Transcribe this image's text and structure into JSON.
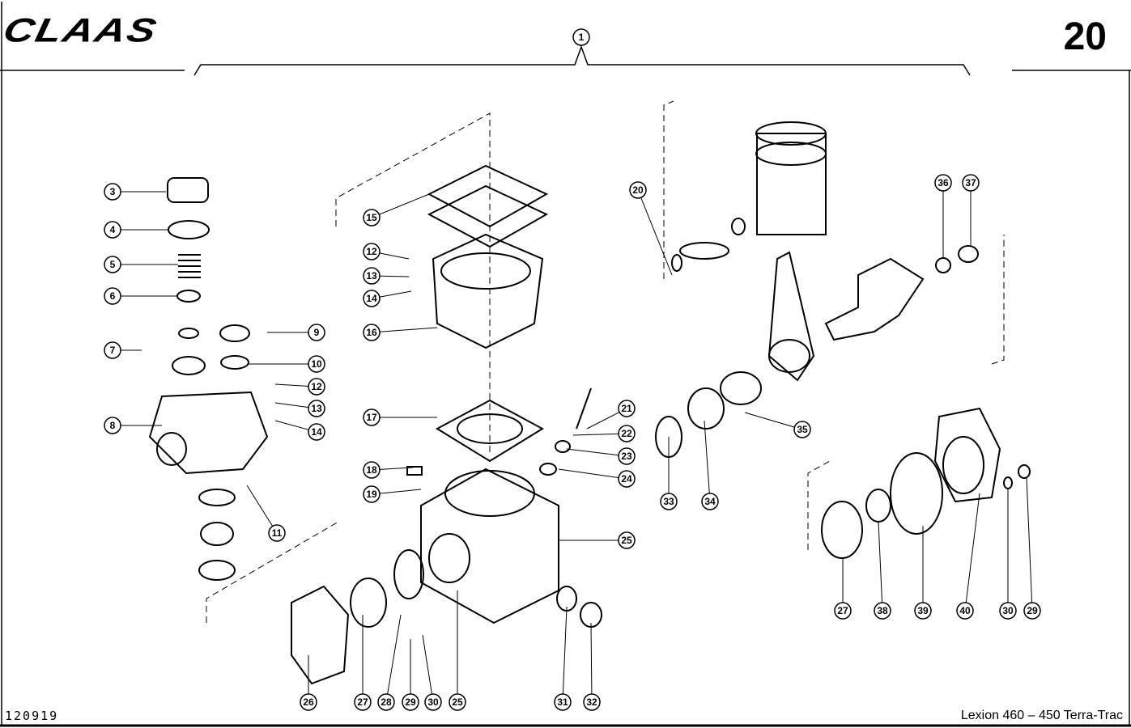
{
  "header": {
    "brand": "CLAAS",
    "page_number": "20"
  },
  "footer": {
    "drawing_number": "120919",
    "model": "Lexion 460 – 450 Terra-Trac"
  },
  "callouts": [
    "1",
    "3",
    "4",
    "5",
    "6",
    "7",
    "8",
    "9",
    "10",
    "12",
    "13",
    "14",
    "11",
    "15",
    "12",
    "13",
    "14",
    "16",
    "17",
    "18",
    "19",
    "21",
    "22",
    "23",
    "24",
    "25",
    "20",
    "36",
    "37",
    "35",
    "33",
    "34",
    "26",
    "27",
    "28",
    "29",
    "30",
    "25",
    "31",
    "32",
    "27",
    "38",
    "39",
    "40",
    "30",
    "29"
  ]
}
